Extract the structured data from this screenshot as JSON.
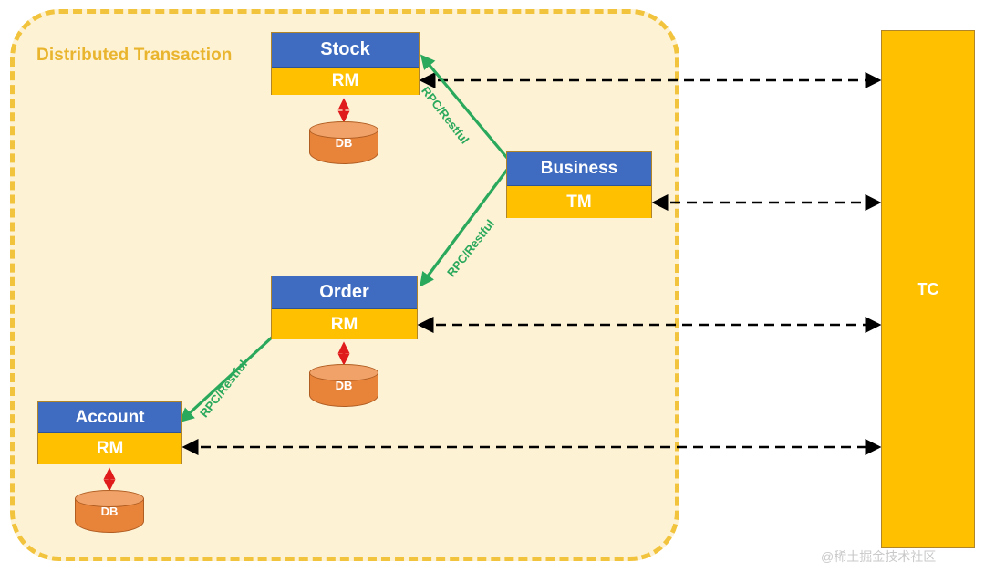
{
  "diagram": {
    "title": "Distributed Transaction",
    "watermark": "@稀土掘金技术社区",
    "colors": {
      "container_fill": "#fdf2d4",
      "container_border": "#f2c33c",
      "title_text": "#eab52e",
      "node_header": "#3f6cc0",
      "node_role": "#ffc000",
      "db_body": "#e8833a",
      "db_top": "#f0a268",
      "rpc_arrow": "#2aa85c",
      "db_arrow": "#e01b1b",
      "tc_arrow": "#000000",
      "tc_fill": "#ffc000"
    }
  },
  "nodes": [
    {
      "id": "stock",
      "name": "Stock",
      "role": "RM",
      "db": "DB"
    },
    {
      "id": "business",
      "name": "Business",
      "role": "TM",
      "db": null
    },
    {
      "id": "order",
      "name": "Order",
      "role": "RM",
      "db": "DB"
    },
    {
      "id": "account",
      "name": "Account",
      "role": "RM",
      "db": "DB"
    }
  ],
  "coordinator": {
    "label": "TC"
  },
  "rpc_links": [
    {
      "id": "rpc-1",
      "label": "RPC/Restful",
      "from": "business",
      "to": "stock"
    },
    {
      "id": "rpc-2",
      "label": "RPC/Restful",
      "from": "business",
      "to": "order"
    },
    {
      "id": "rpc-3",
      "label": "RPC/Restful",
      "from": "order",
      "to": "account"
    }
  ],
  "tc_links": [
    {
      "from": "stock",
      "to": "TC"
    },
    {
      "from": "business",
      "to": "TC"
    },
    {
      "from": "order",
      "to": "TC"
    },
    {
      "from": "account",
      "to": "TC"
    }
  ]
}
